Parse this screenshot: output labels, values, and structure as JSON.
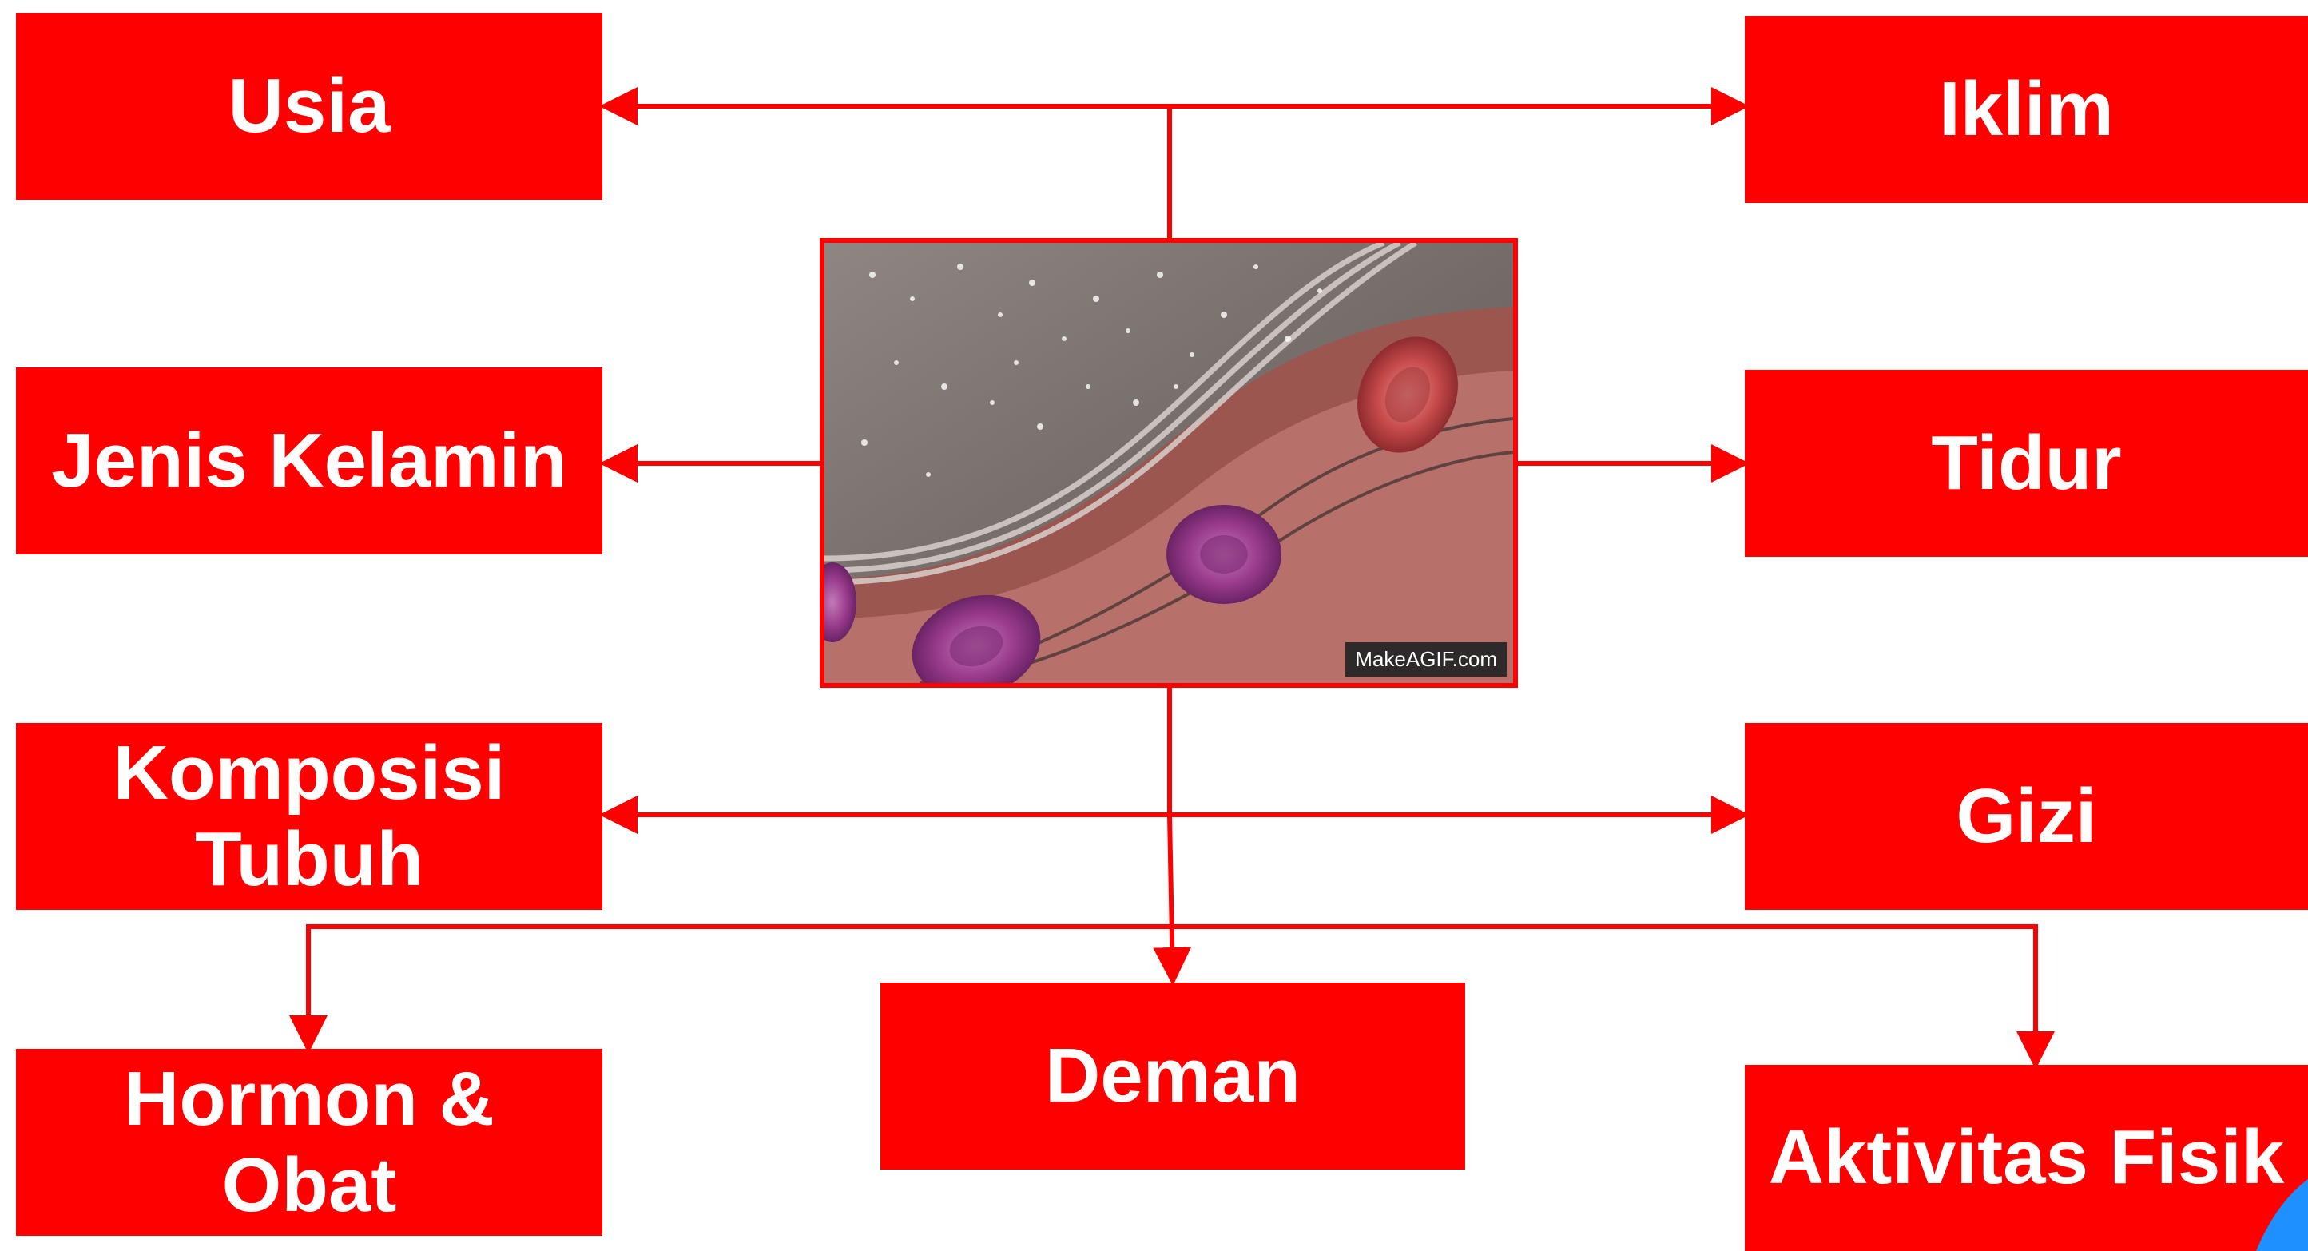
{
  "nodes": {
    "usia": "Usia",
    "iklim": "Iklim",
    "jenis_kelamin": "Jenis Kelamin",
    "tidur": "Tidur",
    "komposisi_tubuh": "Komposisi Tubuh",
    "gizi": "Gizi",
    "hormon_obat": "Hormon & Obat",
    "deman": "Deman",
    "aktivitas_fisik": "Aktivitas Fisik"
  },
  "center_image": {
    "watermark": "MakeAGIF.com"
  },
  "colors": {
    "box": "#ff0000",
    "text": "#ffffff",
    "connector": "#ff0000"
  }
}
